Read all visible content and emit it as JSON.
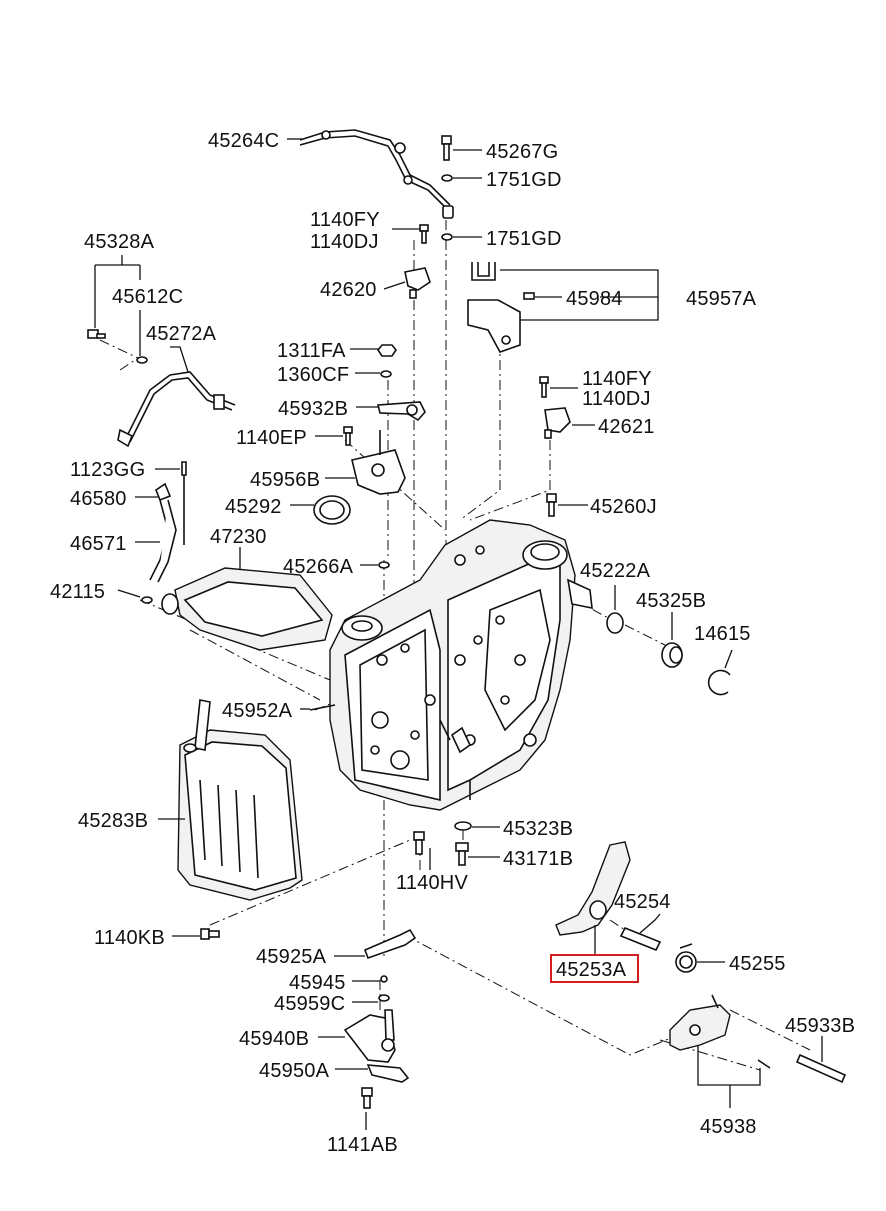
{
  "diagram": {
    "highlighted_part": "45253A",
    "highlight_color": "#d41c1c",
    "labels": [
      "45264C",
      "45267G",
      "1751GD",
      "1140FY",
      "1140DJ",
      "1751GD",
      "45328A",
      "45612C",
      "45272A",
      "42620",
      "45984",
      "45957A",
      "1311FA",
      "1360CF",
      "45932B",
      "1140FY",
      "1140DJ",
      "1140EP",
      "42621",
      "1123GG",
      "45956B",
      "46580",
      "45292",
      "45260J",
      "46571",
      "47230",
      "45266A",
      "45222A",
      "42115",
      "45325B",
      "14615",
      "45952A",
      "45283B",
      "45323B",
      "43171B",
      "1140HV",
      "45254",
      "1140KB",
      "45925A",
      "45253A",
      "45255",
      "45945",
      "45959C",
      "45940B",
      "45933B",
      "45950A",
      "45938",
      "1141AB"
    ]
  }
}
